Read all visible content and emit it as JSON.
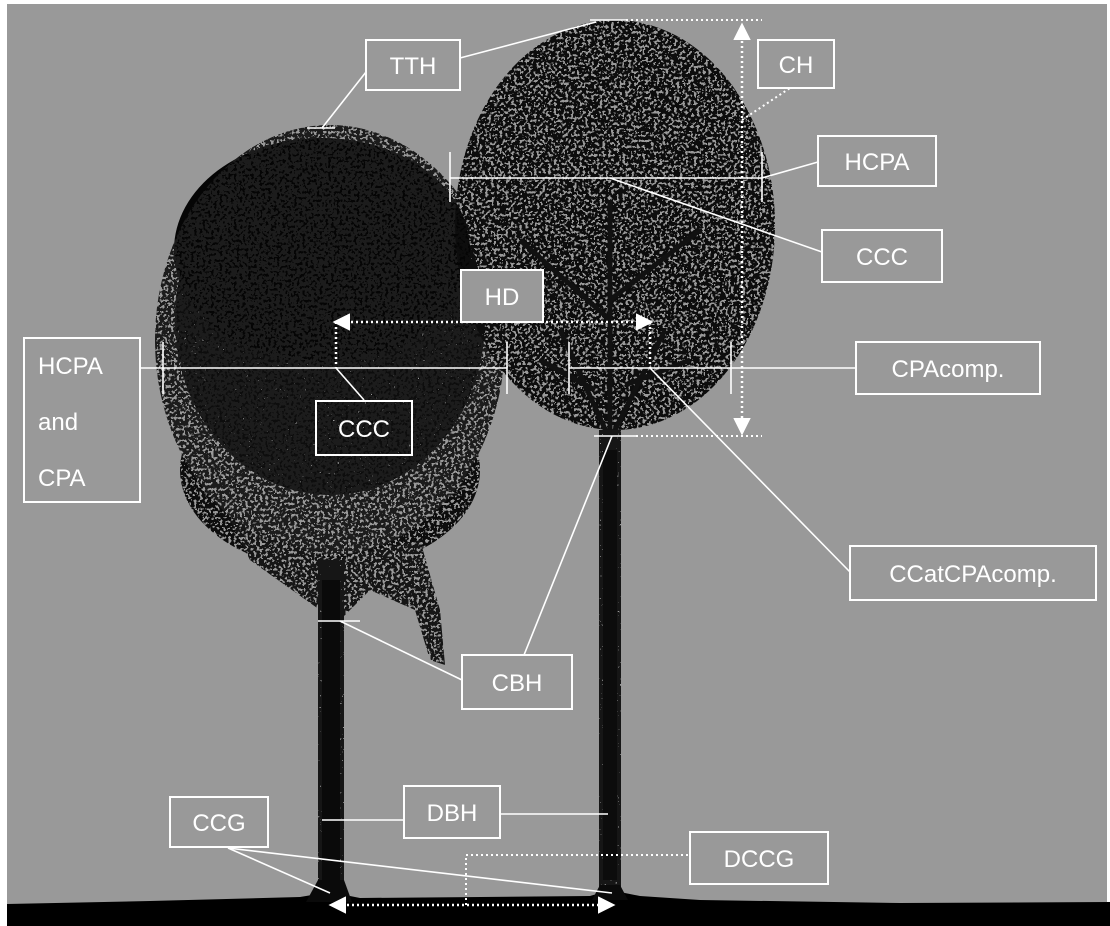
{
  "diagram": {
    "colors": {
      "background": "#999999",
      "tree": "#111111",
      "ground": "#000000",
      "annotation": "#ffffff"
    },
    "labels": {
      "tth": "TTH",
      "ch": "CH",
      "hcpa_right": "HCPA",
      "ccc_right": "CCC",
      "hd": "HD",
      "hcpa_left_line1": "HCPA",
      "hcpa_left_line2": "and",
      "hcpa_left_line3": "CPA",
      "ccc_left": "CCC",
      "cpacomp": "CPAcomp.",
      "ccatcpacomp": "CCatCPAcomp.",
      "cbh": "CBH",
      "dbh": "DBH",
      "ccg": "CCG",
      "dccg": "DCCG"
    }
  }
}
